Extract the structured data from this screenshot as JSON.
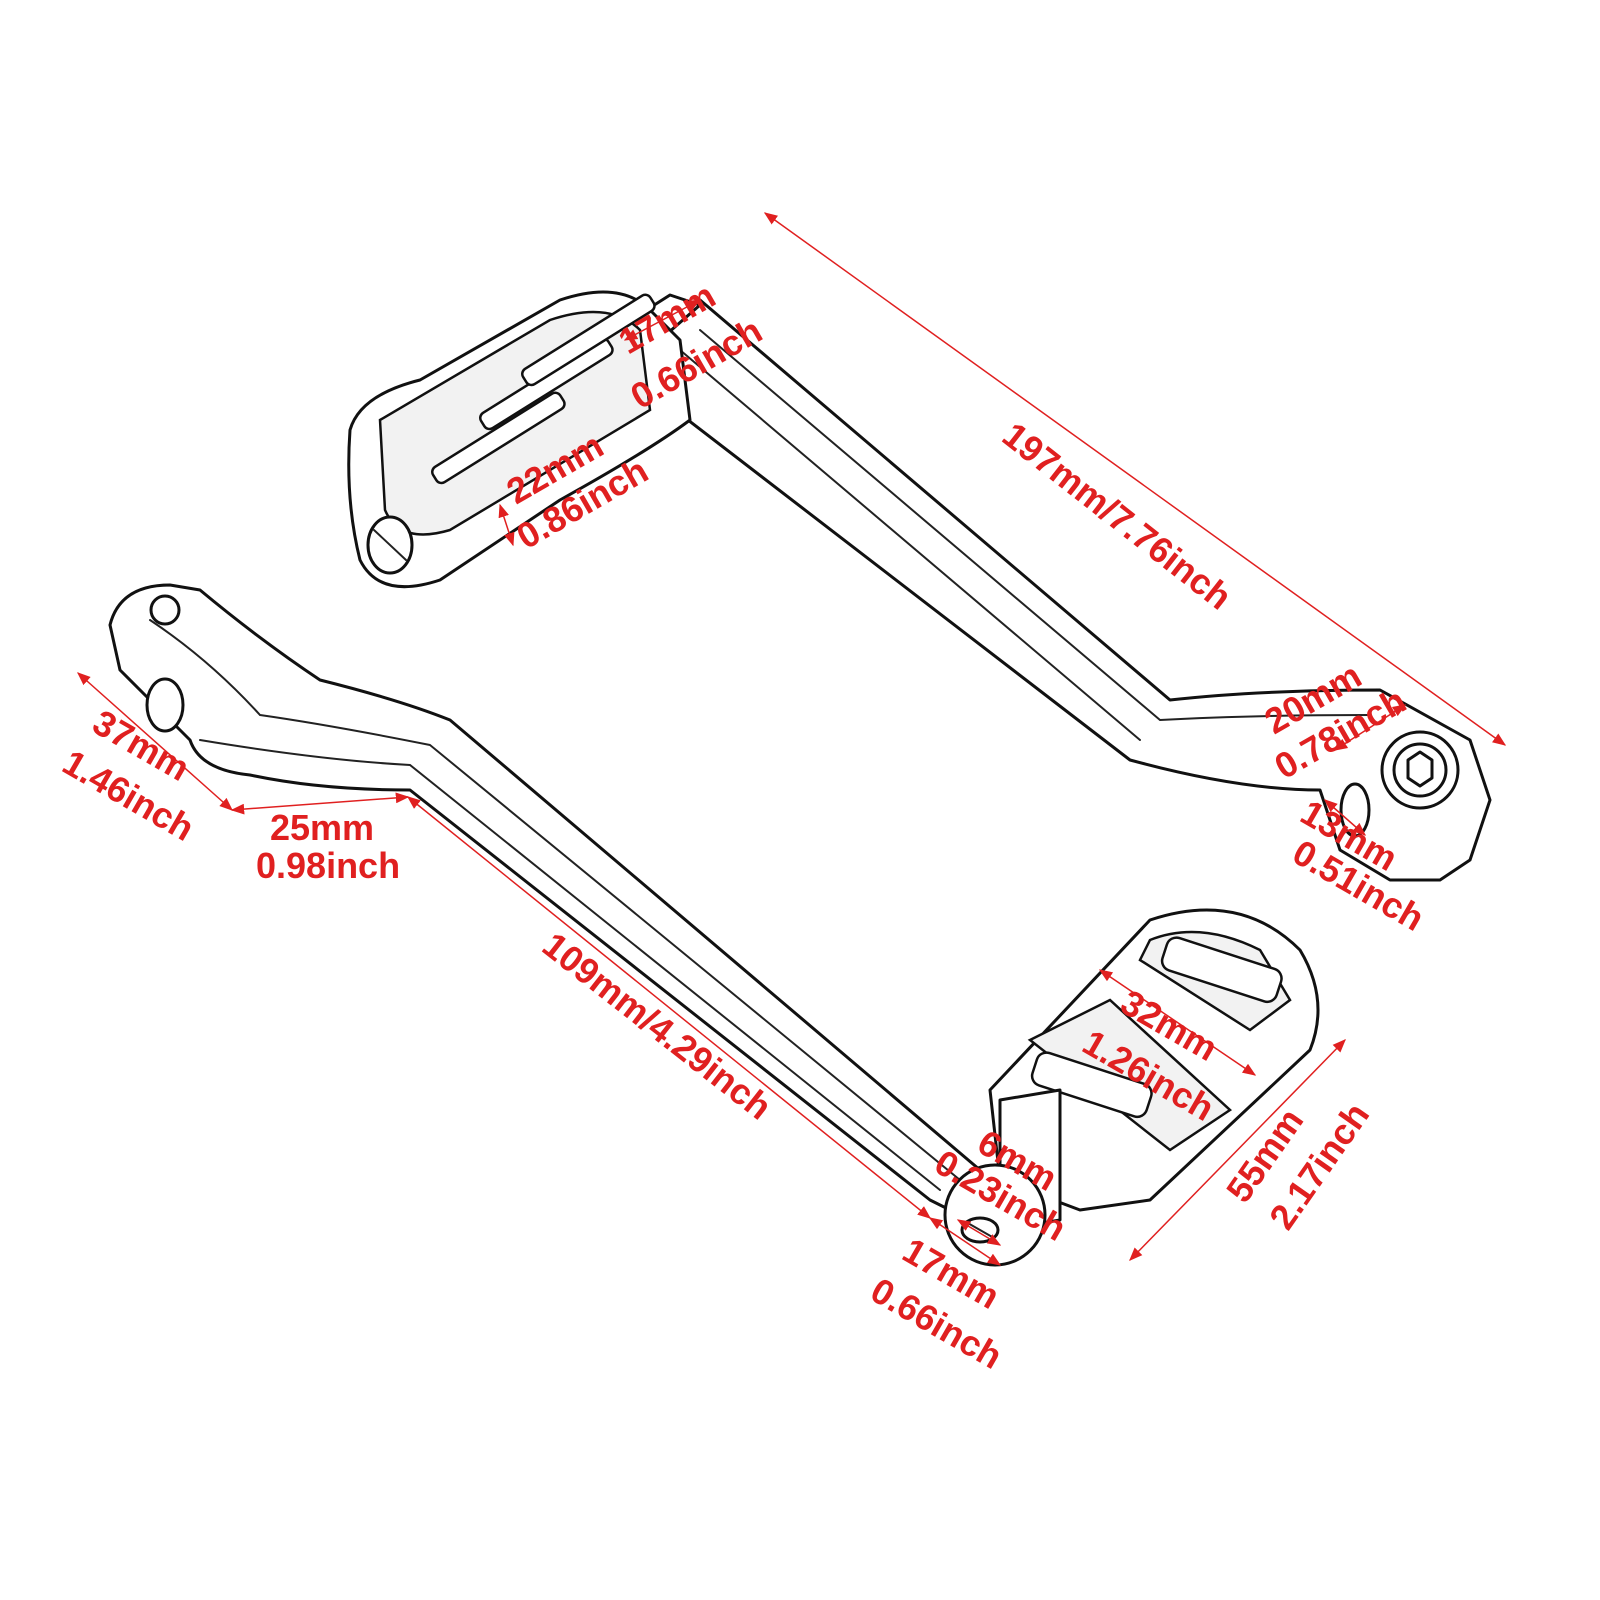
{
  "colors": {
    "dimension": "#e02020",
    "outline": "#111111",
    "background": "#ffffff"
  },
  "upper_lever": {
    "overall_length": "197mm/7.76inch",
    "shaft_top_mm": "17mm",
    "shaft_top_in": "0.66inch",
    "pad_mm": "22mm",
    "pad_in": "0.86inch",
    "clamp_mm": "20mm",
    "clamp_in": "0.78inch",
    "bore_mm": "13mm",
    "bore_in": "0.51inch"
  },
  "lower_lever": {
    "clamp_mm": "37mm",
    "clamp_in": "1.46inch",
    "neck_mm": "25mm",
    "neck_in": "0.98inch",
    "shaft_length": "109mm/4.29inch",
    "peg_width_mm": "32mm",
    "peg_width_in": "1.26inch",
    "bolt_mm": "6mm",
    "bolt_in": "0.23inch",
    "end_mm": "17mm",
    "end_in": "0.66inch",
    "peg_length_mm": "55mm",
    "peg_length_in": "2.17inch"
  }
}
